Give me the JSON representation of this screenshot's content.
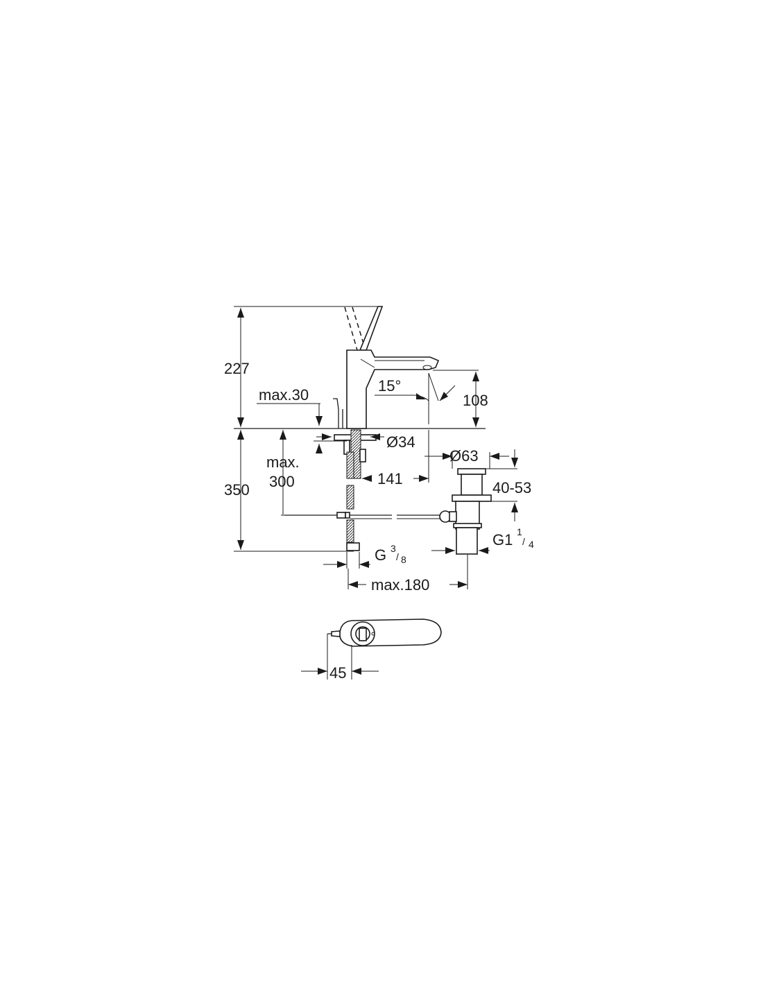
{
  "dimensions": {
    "total_height_above_deck": "227",
    "spout_height": "108",
    "spout_angle": "15°",
    "deck_thickness_max": "max.30",
    "tap_hole_diameter": "Ø34",
    "drain_diameter": "Ø63",
    "below_deck_label_line1": "max.",
    "below_deck_label_line2": "300",
    "tail_distance": "141",
    "below_deck_total": "350",
    "drain_length": "40-53",
    "supply_connection_main": "G",
    "supply_connection_num": "3",
    "supply_connection_den": "8",
    "waste_connection_main": "G1",
    "waste_connection_num": "1",
    "waste_connection_den": "4",
    "max_reach": "max.180",
    "handle_offset": "45"
  }
}
